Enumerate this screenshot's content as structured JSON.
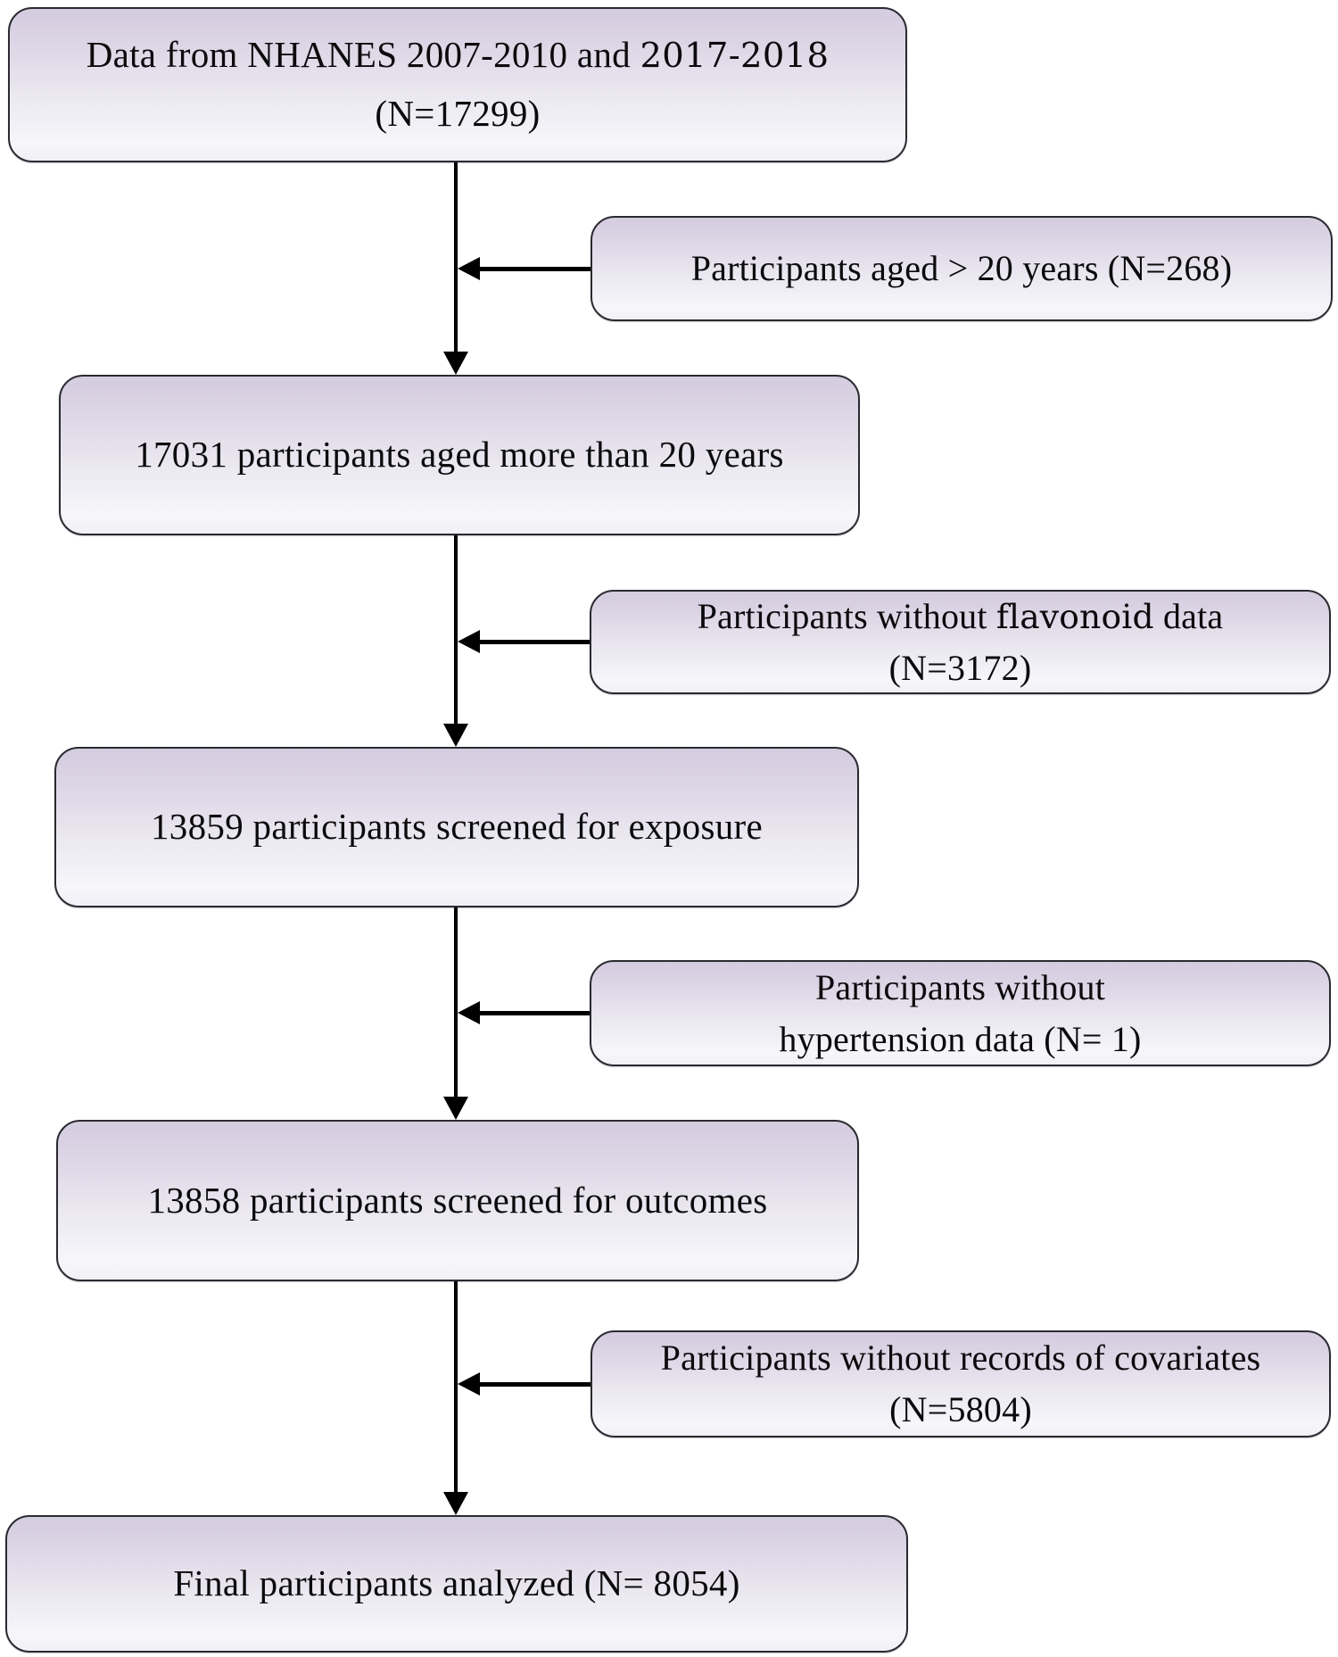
{
  "diagram": {
    "title": "Participant selection flowchart",
    "colors": {
      "box_fill_top": "#d4ccdf",
      "box_fill_bottom": "#f2f0f6",
      "box_border": "#2a2a31",
      "arrow": "#000000",
      "background": "#ffffff"
    },
    "source": {
      "line1_a": "Data from NHANES 2007-2010 and ",
      "line1_b": "2017-2018",
      "line2": "(N=17299)"
    },
    "excl_age": {
      "line1": "Participants aged > 20 years (N=268)"
    },
    "step_age": {
      "line1": "17031 participants aged more than 20 years"
    },
    "excl_flavonoid": {
      "line1_a": "Participants without ",
      "line1_b": "flavonoid",
      "line1_c": " data",
      "line2": "(N=3172)"
    },
    "step_exposure": {
      "line1": "13859 participants screened for exposure"
    },
    "excl_hypertension": {
      "line1": "Participants without",
      "line2": "hypertension data (N= 1)"
    },
    "step_outcomes": {
      "line1": "13858 participants screened for outcomes"
    },
    "excl_covariates": {
      "line1": "Participants without records of covariates",
      "line2": "(N=5804)"
    },
    "final": {
      "line1": "Final participants analyzed (N= 8054)"
    }
  }
}
